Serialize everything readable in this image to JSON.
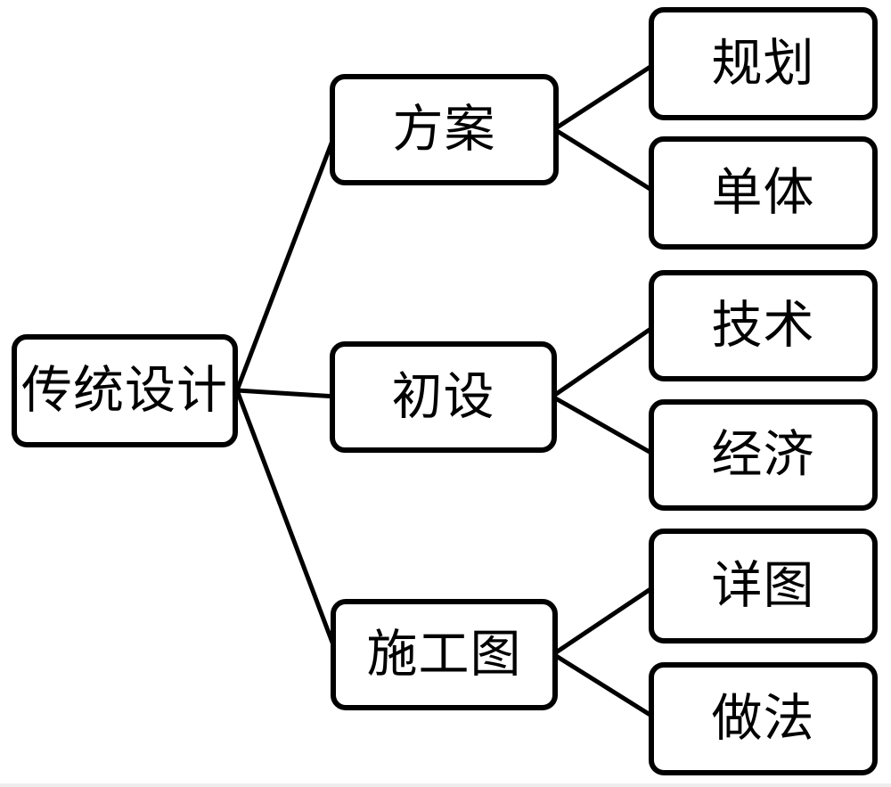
{
  "diagram": {
    "type": "tree",
    "orientation": "left-to-right",
    "nodes": {
      "root": {
        "label": "传统设计"
      },
      "scheme": {
        "label": "方案"
      },
      "preliminary": {
        "label": "初设"
      },
      "construction": {
        "label": "施工图"
      },
      "planning": {
        "label": "规划"
      },
      "single": {
        "label": "单体"
      },
      "technology": {
        "label": "技术"
      },
      "economy": {
        "label": "经济"
      },
      "detail": {
        "label": "详图"
      },
      "method": {
        "label": "做法"
      }
    },
    "edges": [
      {
        "from": "传统设计",
        "to": "方案"
      },
      {
        "from": "传统设计",
        "to": "初设"
      },
      {
        "from": "传统设计",
        "to": "施工图"
      },
      {
        "from": "方案",
        "to": "规划"
      },
      {
        "from": "方案",
        "to": "单体"
      },
      {
        "from": "初设",
        "to": "技术"
      },
      {
        "from": "初设",
        "to": "经济"
      },
      {
        "from": "施工图",
        "to": "详图"
      },
      {
        "from": "施工图",
        "to": "做法"
      }
    ],
    "colors": {
      "background": "#ffffff",
      "node_fill": "#ffffff",
      "node_border": "#000000",
      "text": "#000000",
      "edge": "#000000"
    }
  }
}
